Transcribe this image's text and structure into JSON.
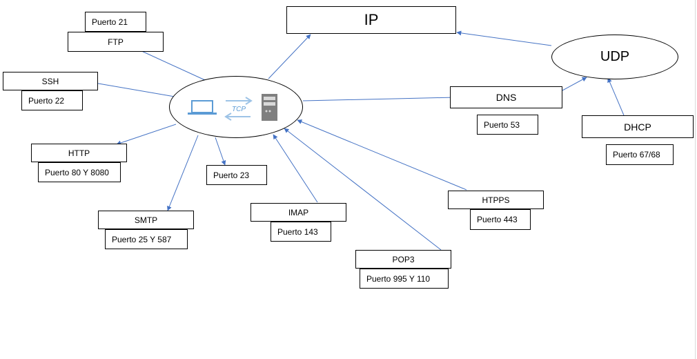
{
  "nodes": {
    "ip": "IP",
    "udp": "UDP",
    "tcp_label": "TCP",
    "ftp": "FTP",
    "ftp_port": "Puerto 21",
    "ssh": "SSH",
    "ssh_port": "Puerto 22",
    "http": "HTTP",
    "http_port": "Puerto 80 Y 8080",
    "telnet_port": "Puerto 23",
    "smtp": "SMTP",
    "smtp_port": "Puerto 25 Y 587",
    "imap": "IMAP",
    "imap_port": "Puerto 143",
    "pop3": "POP3",
    "pop3_port": "Puerto 995 Y 110",
    "https": "HTPPS",
    "https_port": "Puerto 443",
    "dns": "DNS",
    "dns_port": "Puerto 53",
    "dhcp": "DHCP",
    "dhcp_port": "Puerto 67/68"
  },
  "colors": {
    "arrow": "#4472c4",
    "icon_blue": "#5b9bd5",
    "icon_light": "#9dc3e6",
    "server_gray": "#7f7f7f"
  },
  "icons": [
    "laptop-icon",
    "tcp-exchange-arrows-icon",
    "server-icon"
  ]
}
